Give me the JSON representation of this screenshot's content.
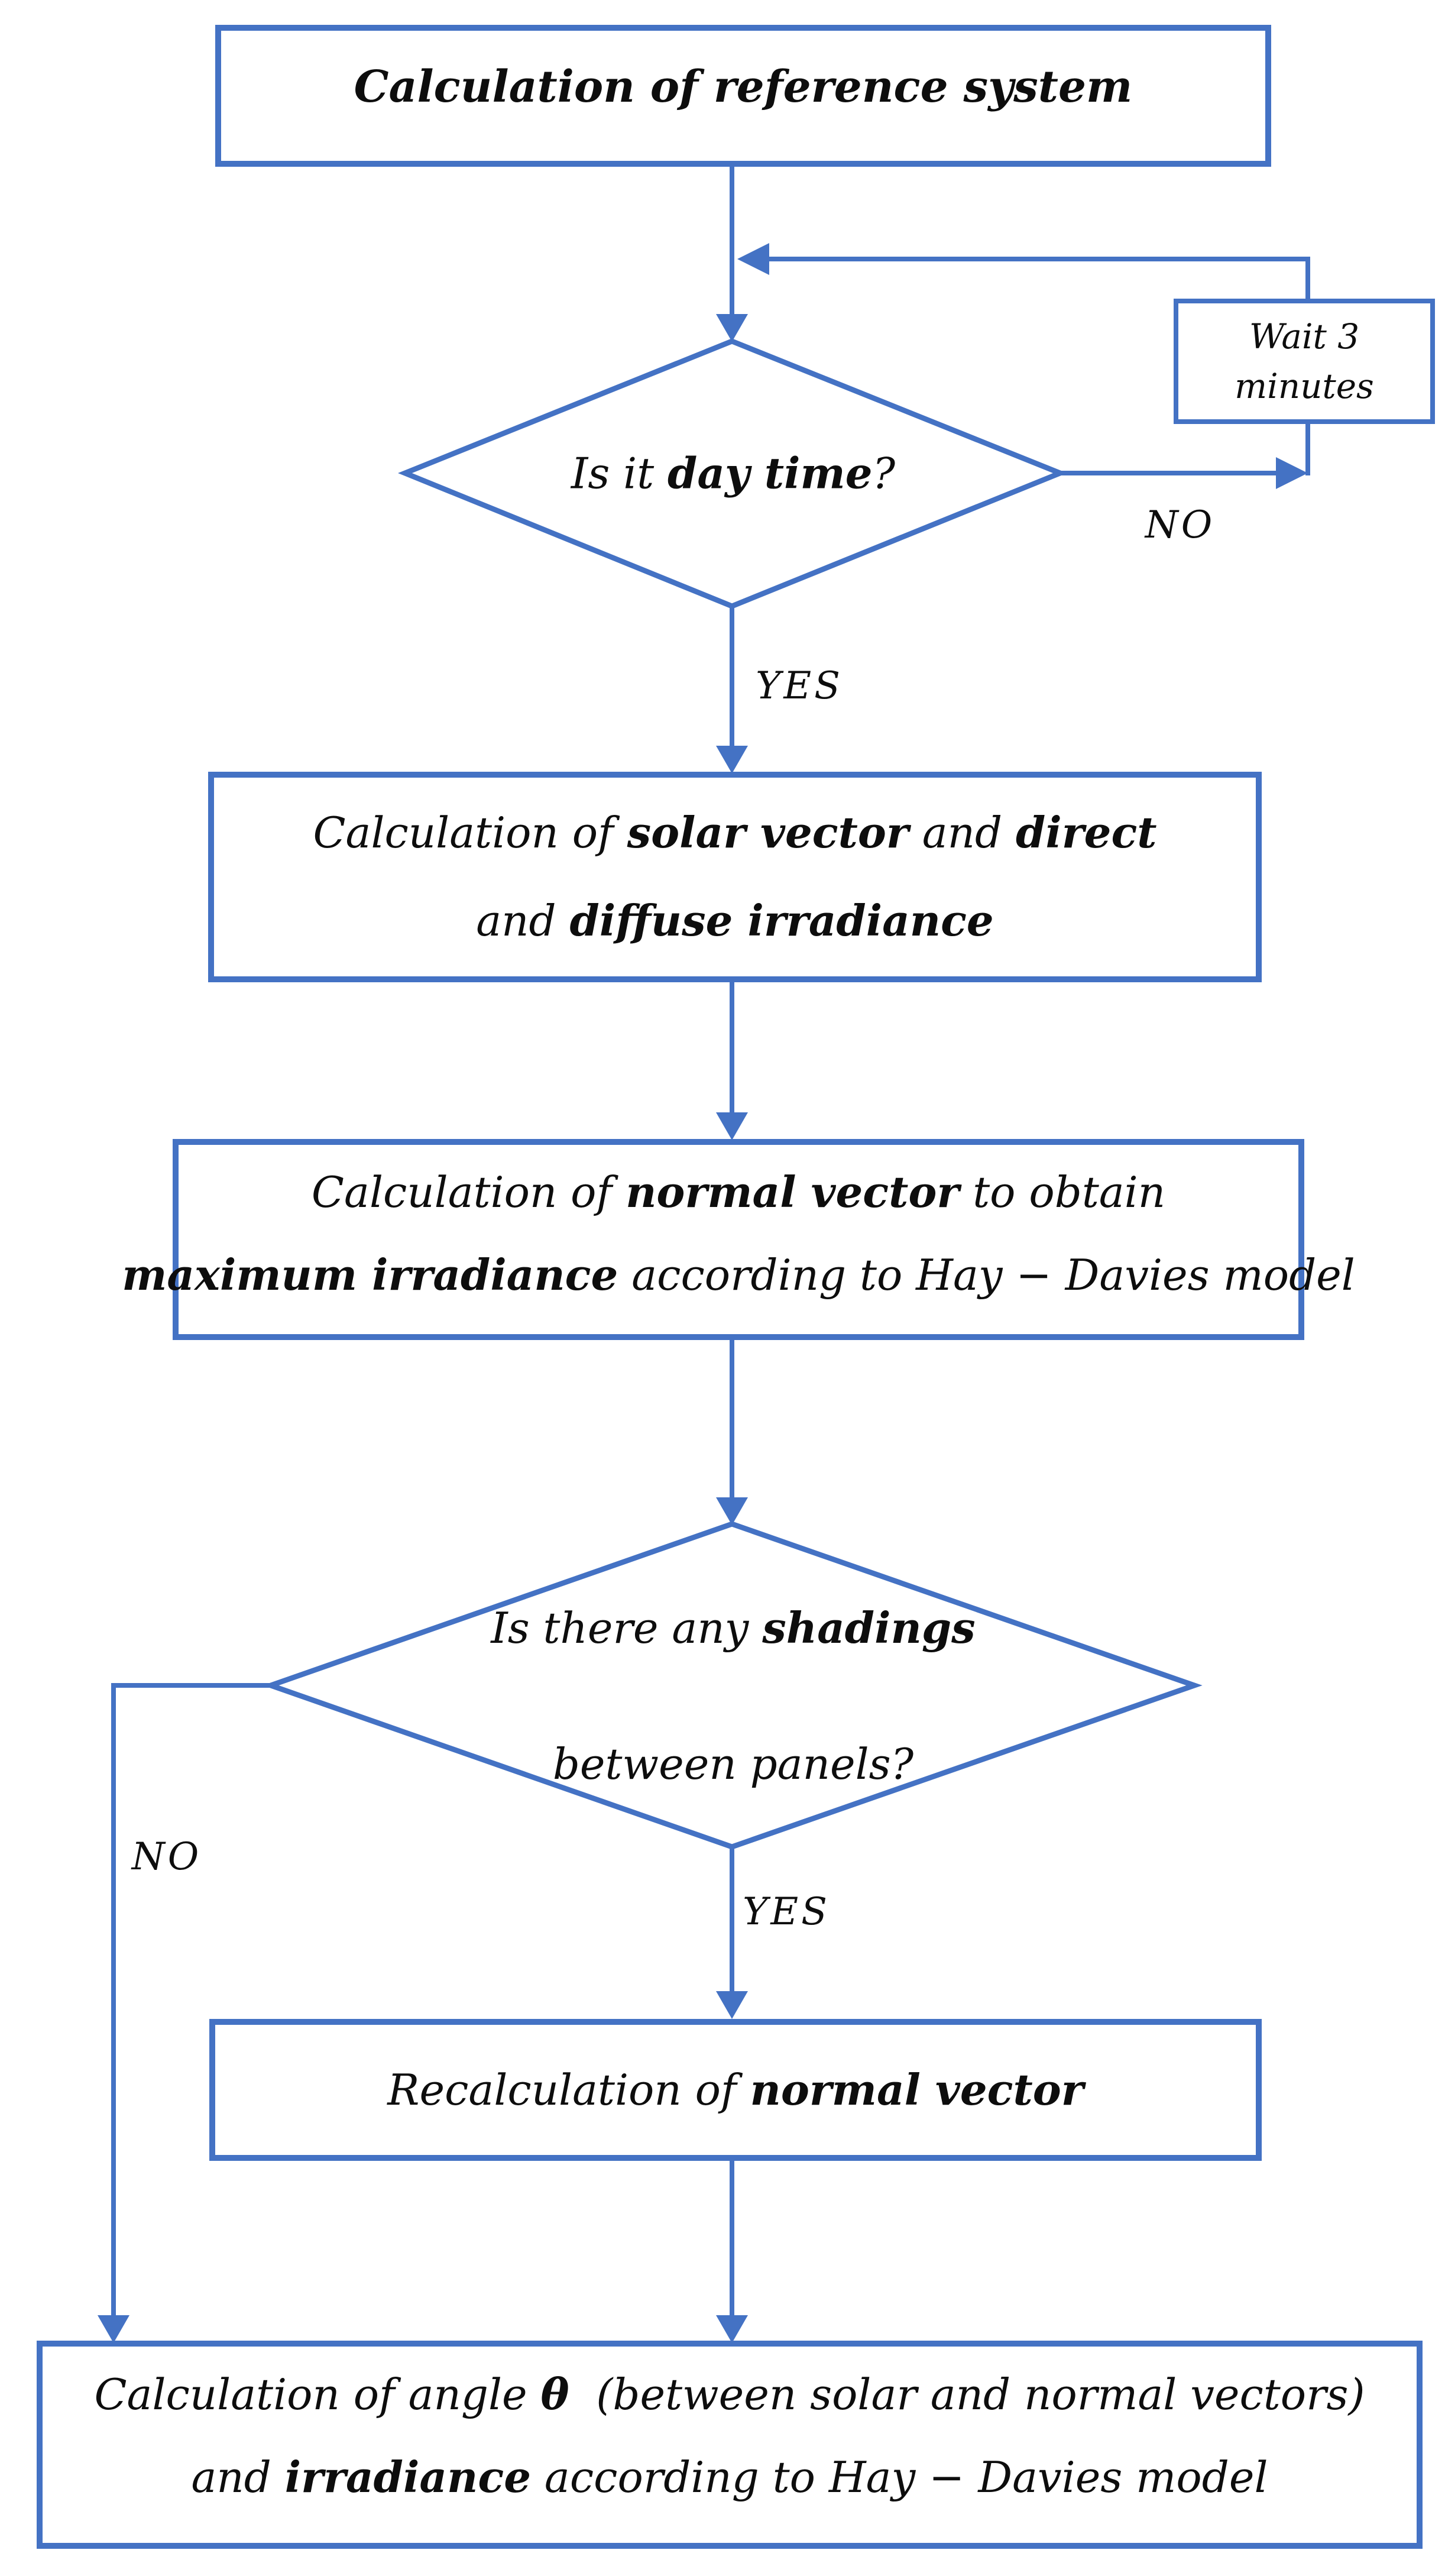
{
  "colors": {
    "line_blue": "#4472C4",
    "text": "#0d0d0d",
    "background": "#ffffff"
  },
  "nodes": {
    "reference": {
      "lines": [
        [
          {
            "t": "Calculation of reference system",
            "b": true
          }
        ]
      ]
    },
    "daytime": {
      "lines": [
        [
          {
            "t": "Is it ",
            "b": false
          },
          {
            "t": "day time",
            "b": true
          },
          {
            "t": "?",
            "b": false
          }
        ]
      ]
    },
    "wait": {
      "lines": [
        [
          {
            "t": "Wait 3",
            "b": false
          }
        ],
        [
          {
            "t": "minutes",
            "b": false
          }
        ]
      ]
    },
    "solar": {
      "lines": [
        [
          {
            "t": "Calculation of ",
            "b": false
          },
          {
            "t": "solar vector",
            "b": true
          },
          {
            "t": " and ",
            "b": false
          },
          {
            "t": "direct",
            "b": true
          }
        ],
        [
          {
            "t": "and ",
            "b": false
          },
          {
            "t": "diffuse irradiance",
            "b": true
          }
        ]
      ]
    },
    "normal": {
      "lines": [
        [
          {
            "t": "Calculation of ",
            "b": false
          },
          {
            "t": "normal vector",
            "b": true
          },
          {
            "t": " to obtain",
            "b": false
          }
        ],
        [
          {
            "t": "maximum irradiance",
            "b": true
          },
          {
            "t": " according to Hay − Davies model",
            "b": false
          }
        ]
      ]
    },
    "shadings": {
      "lines": [
        [
          {
            "t": "Is there any ",
            "b": false
          },
          {
            "t": "shadings",
            "b": true
          }
        ],
        [
          {
            "t": "between panels?",
            "b": false
          }
        ]
      ]
    },
    "recalc": {
      "lines": [
        [
          {
            "t": "Recalculation of ",
            "b": false
          },
          {
            "t": "normal vector",
            "b": true
          }
        ]
      ]
    },
    "theta": {
      "lines": [
        [
          {
            "t": "Calculation of angle ",
            "b": false
          },
          {
            "t": "θ",
            "b": true
          },
          {
            "t": "  (between solar and normal vectors)",
            "b": false
          }
        ],
        [
          {
            "t": "and ",
            "b": false
          },
          {
            "t": "irradiance",
            "b": true
          },
          {
            "t": " according to Hay − Davies model",
            "b": false
          }
        ]
      ]
    }
  },
  "edge_labels": {
    "no_daytime": "NO",
    "yes_daytime": "YES",
    "yes_shadings": "YES",
    "no_shadings": "NO"
  }
}
